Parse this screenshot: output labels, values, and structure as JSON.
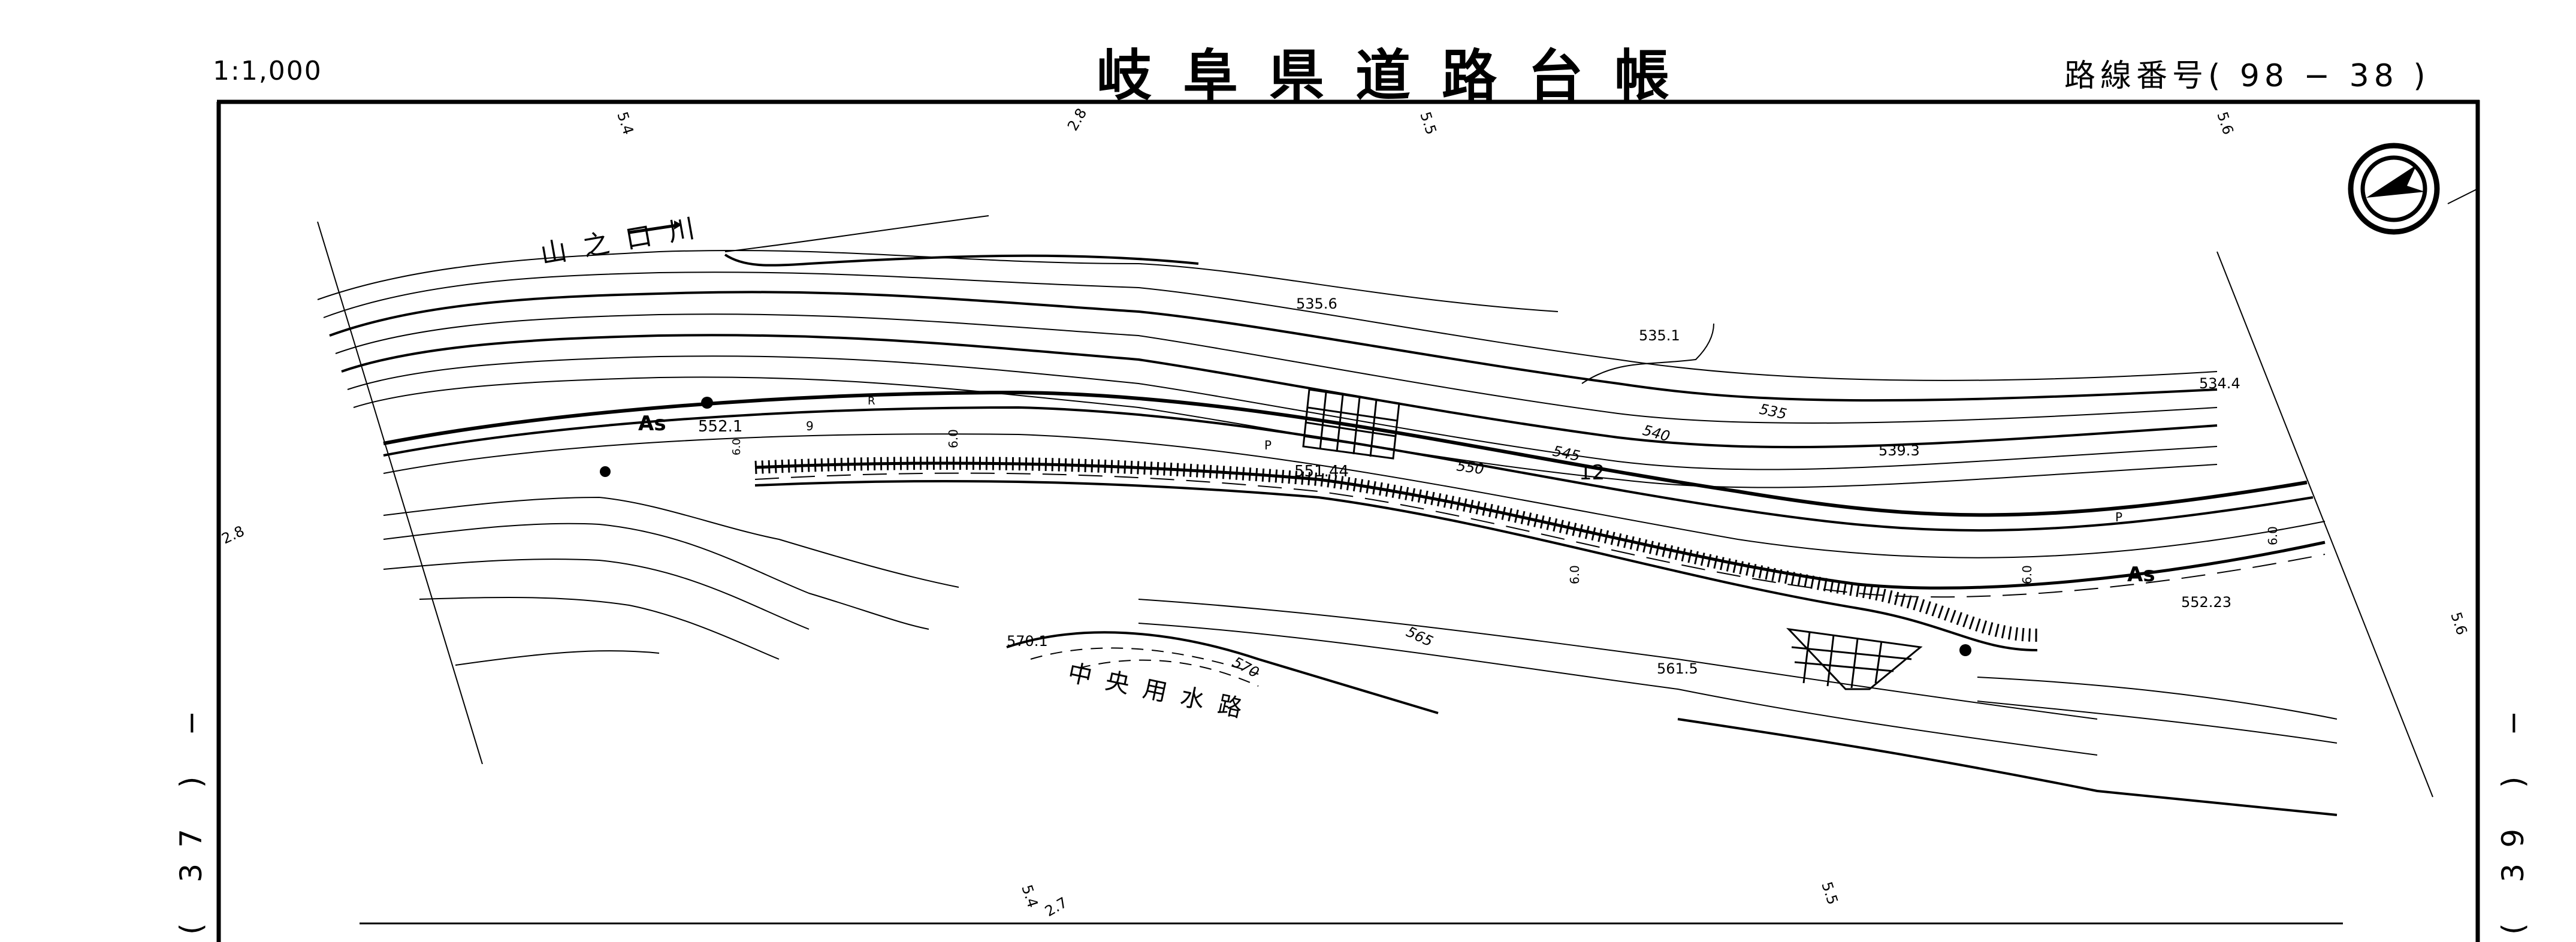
{
  "header": {
    "scale": "1:1,000",
    "title": "岐阜県道路台帳",
    "route_label": "路線番号",
    "route_number": "( 98  −  38 )"
  },
  "adjacent_sheets": {
    "left": "( 37 ) −",
    "right": "( 39 ) −"
  },
  "map": {
    "north_arrow": "north-arrow-icon",
    "river_label": "山之口川",
    "canal_label": "中央用水路",
    "surface_labels": [
      "As",
      "As"
    ],
    "elevations": [
      "535.6",
      "535.1",
      "534.4",
      "539.3",
      "561.5",
      "570.1"
    ],
    "contour_labels": [
      "535",
      "540",
      "545",
      "550",
      "565",
      "570"
    ],
    "road_elevations": [
      "552.1",
      "551.44",
      "552.23"
    ],
    "widths": [
      "9",
      "6.0",
      "6.0",
      "6.0",
      "6.0",
      "6.0"
    ],
    "point_labels": [
      "P",
      "P",
      "R"
    ],
    "station_number": "12",
    "edge_marks_top": [
      "5.4",
      "2.8",
      "5.5",
      "5.6"
    ],
    "edge_marks_bottom": [
      "5.4",
      "2.7",
      "5.5"
    ],
    "edge_mark_left": "2.8",
    "edge_mark_right": "5.6"
  },
  "colors": {
    "ink": "#000000",
    "paper": "#ffffff"
  }
}
